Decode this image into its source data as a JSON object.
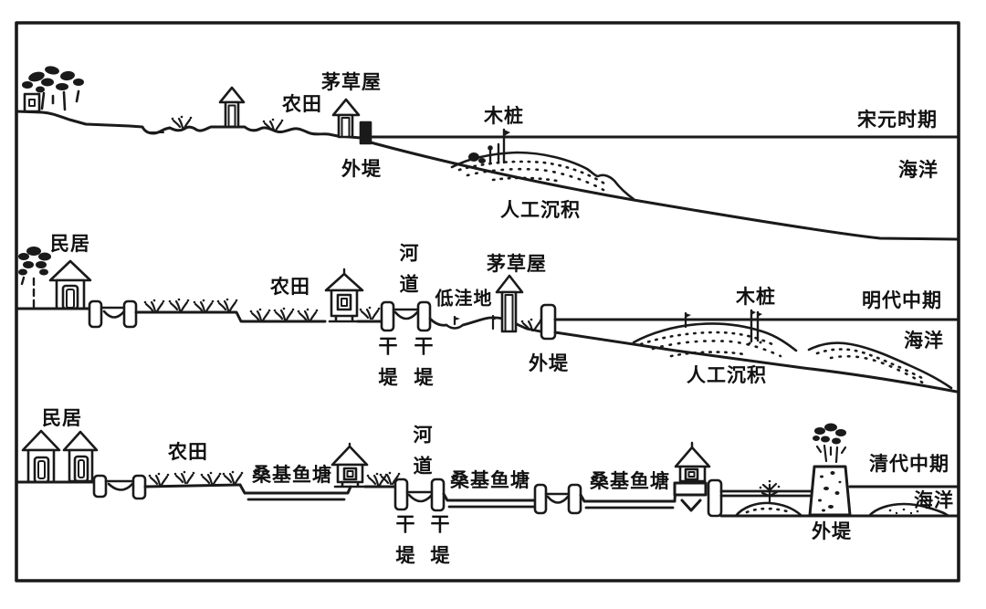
{
  "scenes": [
    {
      "era": "宋元时期",
      "ocean": "海洋",
      "labels": {
        "farmland": "农田",
        "thatched_hut": "茅草屋",
        "outer_dike": "外堤",
        "wooden_stakes": "木桩",
        "artificial_sediment": "人工沉积"
      }
    },
    {
      "era": "明代中期",
      "ocean": "海洋",
      "labels": {
        "residence": "民居",
        "farmland": "农田",
        "river_channel": "河道",
        "main_dike_left": "干堤",
        "main_dike_right": "干堤",
        "low_lying_land": "低洼地",
        "thatched_hut": "茅草屋",
        "outer_dike": "外堤",
        "wooden_stakes": "木桩",
        "artificial_sediment": "人工沉积"
      }
    },
    {
      "era": "清代中期",
      "ocean": "海洋",
      "labels": {
        "residence": "民居",
        "farmland": "农田",
        "mulberry_fish_pond_1": "桑基鱼塘",
        "river_channel": "河道",
        "main_dike_left": "干堤",
        "main_dike_right": "干堤",
        "mulberry_fish_pond_2": "桑基鱼塘",
        "mulberry_fish_pond_3": "桑基鱼塘",
        "outer_dike": "外堤"
      }
    }
  ],
  "colors": {
    "ink": "#1a1a1a",
    "paper": "#ffffff"
  }
}
